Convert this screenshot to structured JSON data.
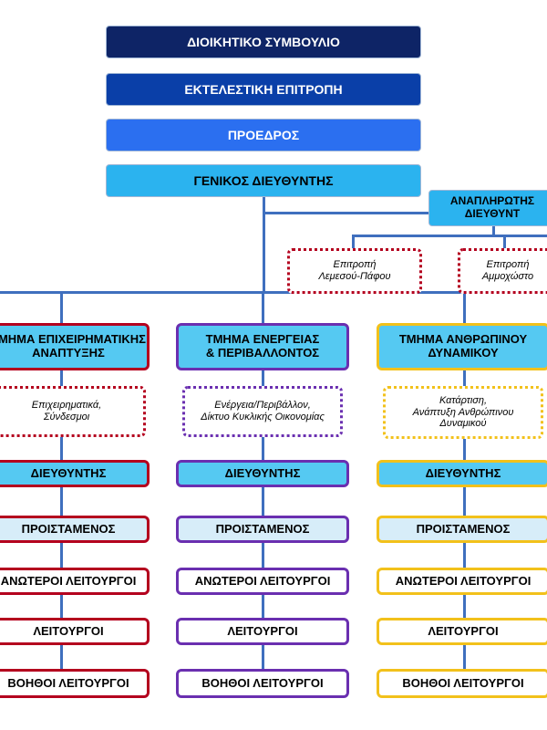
{
  "top": {
    "board": "ΔΙΟΙΚΗΤΙΚΟ ΣΥΜΒΟΥΛΙΟ",
    "executive": "ΕΚΤΕΛΕΣΤΙΚΗ ΕΠΙΤΡΟΠΗ",
    "chairman": "ΠΡΟΕΔΡΟΣ",
    "general_director": "ΓΕΝΙΚΟΣ ΔΙΕΥΘΥΝΤΗΣ"
  },
  "deputy": {
    "line1": "ΑΝΑΠΛΗΡΩΤΗΣ",
    "line2": "ΔΙΕΥΘΥΝΤ"
  },
  "committees": [
    {
      "line1": "Επιτροπή",
      "line2": "Λεμεσού-Πάφου"
    },
    {
      "line1": "Επιτροπή",
      "line2": "Αμμοχώστο"
    }
  ],
  "departments": [
    {
      "title1": "ΤΜΗΜΑ ΕΠΙΧΕΙΡΗΜΑΤΙΚΗΣ",
      "title2": "ΑΝΑΠΤΥΞΗΣ",
      "sub1": "Επιχειρηματικά,",
      "sub2": "Σύνδεσμοι",
      "sub3": "",
      "director": "ΔΙΕΥΘΥΝΤΗΣ",
      "head": "ΠΡΟΙΣΤΑΜΕΝΟΣ",
      "senior": "ΑΝΩΤΕΡΟΙ ΛΕΙΤΟΥΡΓΟΙ",
      "officers": "ΛΕΙΤΟΥΡΓΟΙ",
      "assistants": "ΒΟΗΘΟΙ ΛΕΙΤΟΥΡΓΟΙ"
    },
    {
      "title1": "ΤΜΗΜΑ ΕΝΕΡΓΕΙΑΣ",
      "title2": "& ΠΕΡΙΒΑΛΛΟΝΤΟΣ",
      "sub1": "Ενέργεια/Περιβάλλον,",
      "sub2": "Δίκτυο Κυκλικής Οικονομίας",
      "sub3": "",
      "director": "ΔΙΕΥΘΥΝΤΗΣ",
      "head": "ΠΡΟΙΣΤΑΜΕΝΟΣ",
      "senior": "ΑΝΩΤΕΡΟΙ ΛΕΙΤΟΥΡΓΟΙ",
      "officers": "ΛΕΙΤΟΥΡΓΟΙ",
      "assistants": "ΒΟΗΘΟΙ ΛΕΙΤΟΥΡΓΟΙ"
    },
    {
      "title1": "ΤΜΗΜΑ ΑΝΘΡΩΠΙΝΟΥ",
      "title2": "ΔΥΝΑΜΙΚΟΥ",
      "sub1": "Κατάρτιση,",
      "sub2": "Ανάπτυξη Ανθρώπινου",
      "sub3": "Δυναμικού",
      "director": "ΔΙΕΥΘΥΝΤΗΣ",
      "head": "ΠΡΟΙΣΤΑΜΕΝΟΣ",
      "senior": "ΑΝΩΤΕΡΟΙ ΛΕΙΤΟΥΡΓΟΙ",
      "officers": "ΛΕΙΤΟΥΡΓΟΙ",
      "assistants": "ΒΟΗΘΟΙ ΛΕΙΤΟΥΡΓΟΙ"
    }
  ],
  "colors": {
    "board": "#0e2466",
    "executive": "#0a3fa8",
    "chairman": "#2b6ff0",
    "general_director": "#2bb3ef",
    "connector": "#3f6fbe",
    "dept_fill": "#55c9f2",
    "director_fill": "#55c9f2",
    "head_fill": "#d7edf9",
    "red": "#b4001e",
    "purple": "#6a2fb0",
    "yellow": "#f2c11b"
  }
}
